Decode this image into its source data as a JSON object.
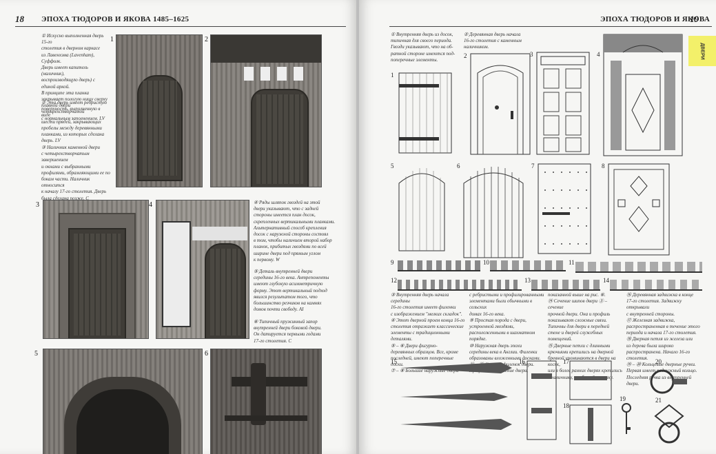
{
  "left_page": {
    "page_number": "18",
    "running_head": "ЭПОХА ТЮДОРОВ И ЯКОВА 1485–1625",
    "figures": [
      "1",
      "2",
      "3",
      "4",
      "5",
      "6"
    ],
    "captions": {
      "c1": "① Искусно выполненная дверь 15-го\nстолетия в дверном каркасе\nиз Лавенхэма (Lavenham), Суффолк.\nДверь имеет капитель (наличник),\nвоспроизводящую дверь) с единой аркой.\nВ принципе эта планка\nзакрывает пологую нишу сверху\nплавной двери четырехстворчатой\nс нормальным заполнением. LV",
      "c2": "② Эта дверь имеет ребристую\nповерхность, выполненную в виде\nшести прядей, закрывающих\nпробелы между деревянными\nпланками, из которых сделана\nдверь. LV",
      "c3": "③ Наличник каменной двери\nс четырехстворчатым завершением\nи окнами с выбранными\nпрофилями, обрамляющими ее по\nбокам части. Наличник относится\nк началу 17-го столетия. Дверь\nбыла сделана позже. С",
      "c4": "④ Ряды шляпок гвоздей на этой\nдвери указывают, что с задней\nстороны имеется план досок,\nскрепленных вертикальными планками.\nАльтернативный способ крепления\nдосок с наружной стороны состоял\nв том, чтобы наличием второй набор\nпланок, прибитых гвоздями по всей\nширине двери под прямым углом\nк первому. W",
      "c5": "⑤ Деталь внутренней двери\nсередины 16-го века. Антрепоненты\nимеют глубокую асимметричную\nформу. Этот вертикальный подход\nявился результатом того, что\nбольшинство резчиков на камнях\nдомов почти свободу. AI",
      "c6": "⑥ Типичный пружинный запор\nвнутренней двери боковой двери.\nОн датируется первыми годами\n17-го столетия. С"
    }
  },
  "right_page": {
    "page_number": "19",
    "running_head": "ЭПОХА ТЮДОРОВ И ЯКОВА",
    "tab_label": "ДВЕРИ",
    "drawing_numbers": [
      "1",
      "2",
      "3",
      "4",
      "5",
      "6",
      "7",
      "8",
      "9",
      "10",
      "11",
      "12",
      "13",
      "14",
      "15",
      "16",
      "17",
      "18",
      "19",
      "20",
      "21"
    ],
    "captions": {
      "t1": "① Внутренняя дверь из досок,\nтипичная для своего периода.\nГвозди указывают, что на об-\nратной стороне имеются под-\nпоперечные элементы.",
      "t2": "② Деревянная дверь начала\n16-го столетия с каменным\nналичником.",
      "b1": "③ Внутренняя дверь начала середины\n16-го столетия имеет филенки\nс изображением \"мелких складок\".\n④ Этот дверной проем конца 16-го\nстолетия отражает классические\nэлементы с традиционными\nдеталями.\n⑤ – ⑥ Двери фигурно-\nдеревянных образцов. Все, кроме\nпоследней, имеют поперечные доски.\n⑦ – ⑧ Большие наружные двери",
      "b2": "с ребристыми и профилированными\nэлементами были обычными в сельских\nдомах 16-го века.\n⑨ Простая порода с двери,\nустроенной гвоздями,\nрасположенными в шахматном\nпорядке.\n⑩ Наружная дверь эпохи\nсередины века в Англии. Филенки\nобразованы вложенными досками.\n⑪ – ⑫ Сечения филенок двери.\nПрофиль ⑬ – сечение двери,",
      "b3": "показанной выше на рис. ⑥.\n⑭ Сечение шипов двери ③ – сечение\nпрочной двери. Она и профиль\nпоказывают сложные связи.\nТипичны для двери в передней\nстене и дверей служебных\nпомещений.\n⑮ Дверные петли с длинными\nкрючьями крепились на дверной\nбревной упоминаются в двери на косяк,\nили в более ранних дверях крепились\nк наличнику, прибитой к косяку.",
      "b4": "⑯ Деревянная задвижка в конце\n17-го столетия. Задвижку открывали\nс внутренней стороны.\n⑰ Железная задвижка,\nраспространенная в течение этого\nпериода и начала 17-го столетия.\n⑱ Дверная петля из железа или\nиз дерева была широко\nраспространена. Начало 16-го столетия.\n⑲ – ⑳ Кольцевые дверные ручки.\nПервая имеет подвижный кольцо.\nПоследняя ручка из внутренней двери."
    }
  }
}
